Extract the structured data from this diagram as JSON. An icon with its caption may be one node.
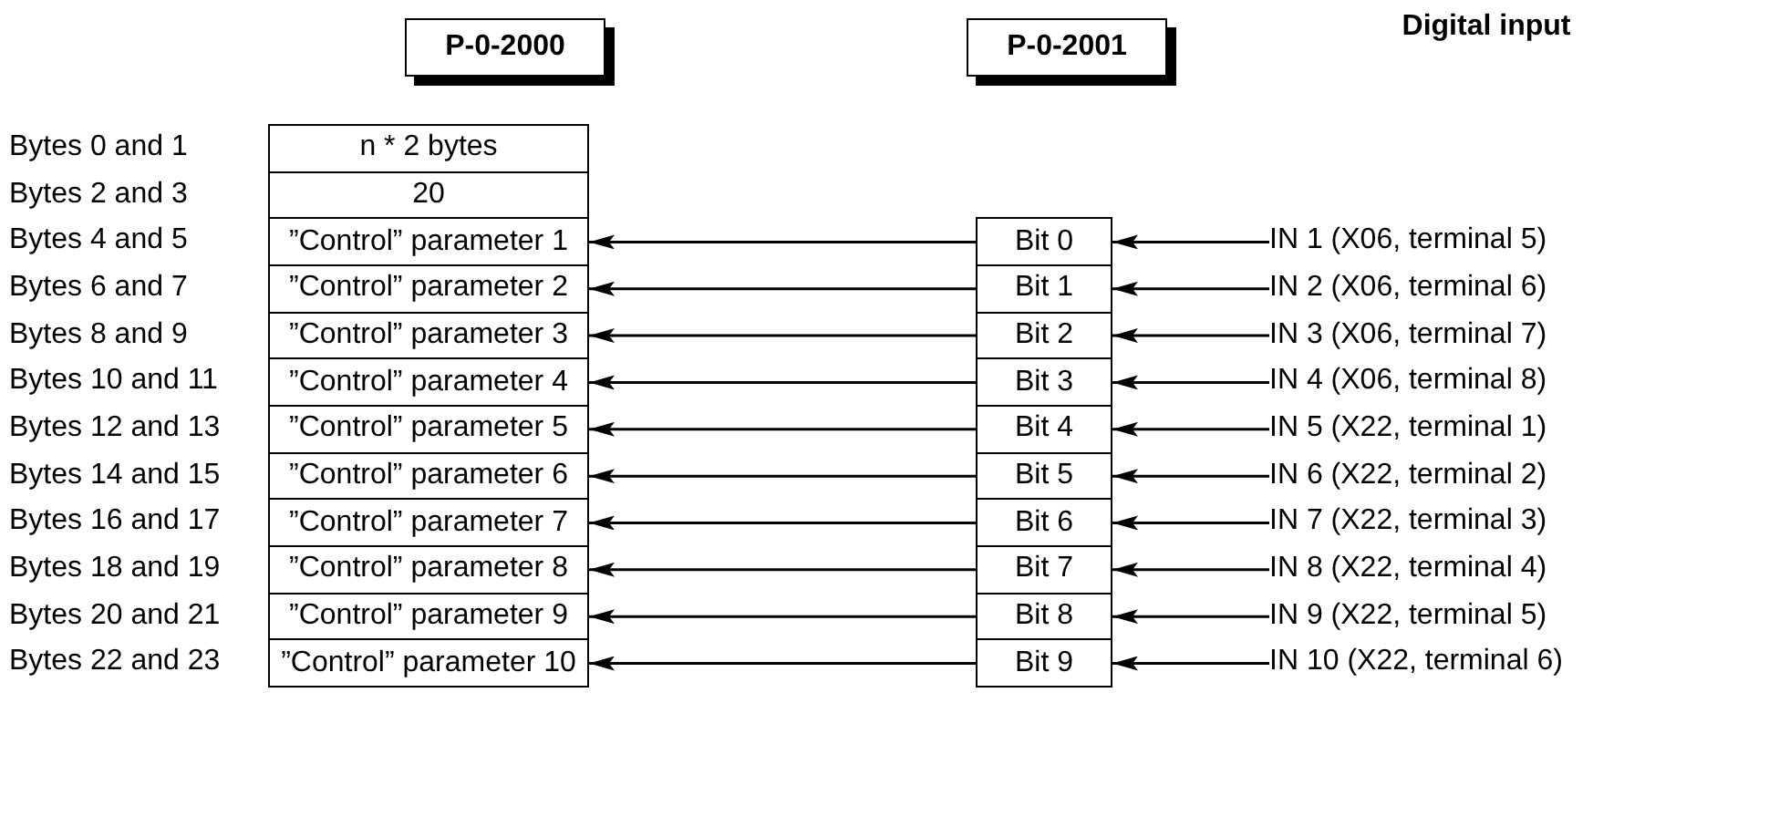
{
  "diagram": {
    "nodes": [
      {
        "text": [
          "P-0-2000"
        ]
      },
      {
        "text": [
          "P-0-2001"
        ]
      },
      {
        "text": [
          "n * 2 bytes"
        ]
      },
      {
        "text": [
          "20"
        ]
      },
      {
        "text": [
          "”Control” parameter 1"
        ]
      },
      {
        "text": [
          "”Control” parameter 2"
        ]
      },
      {
        "text": [
          "”Control” parameter 3"
        ]
      },
      {
        "text": [
          "”Control” parameter 4"
        ]
      },
      {
        "text": [
          "”Control” parameter 5"
        ]
      },
      {
        "text": [
          "”Control” parameter 6"
        ]
      },
      {
        "text": [
          "”Control” parameter 7"
        ]
      },
      {
        "text": [
          "”Control” parameter 8"
        ]
      },
      {
        "text": [
          "”Control” parameter 9"
        ]
      },
      {
        "text": [
          "”Control” parameter 10"
        ]
      },
      {
        "text": [
          "Bit 0"
        ]
      },
      {
        "text": [
          "Bit 1"
        ]
      },
      {
        "text": [
          "Bit 2"
        ]
      },
      {
        "text": [
          "Bit 3"
        ]
      },
      {
        "text": [
          "Bit 4"
        ]
      },
      {
        "text": [
          "Bit 5"
        ]
      },
      {
        "text": [
          "Bit 6"
        ]
      },
      {
        "text": [
          "Bit 7"
        ]
      },
      {
        "text": [
          "Bit 8"
        ]
      },
      {
        "text": [
          "Bit 9"
        ]
      },
      {
        "text": [
          "IN 1 (X06, terminal 5)"
        ]
      },
      {
        "text": [
          "IN 2 (X06, terminal 6)"
        ]
      },
      {
        "text": [
          "IN 3 (X06, terminal 7)"
        ]
      },
      {
        "text": [
          "IN 4 (X06, terminal 8)"
        ]
      },
      {
        "text": [
          "IN 5 (X22, terminal 1)"
        ]
      },
      {
        "text": [
          "IN 6 (X22, terminal 2)"
        ]
      },
      {
        "text": [
          "IN 7 (X22, terminal 3)"
        ]
      },
      {
        "text": [
          "IN 8 (X22, terminal 4)"
        ]
      },
      {
        "text": [
          "IN 9 (X22, terminal 5)"
        ]
      },
      {
        "text": [
          "IN 10 (X22, terminal 6)"
        ]
      }
    ],
    "edges": [
      {
        "from": 24,
        "to": 14,
        "arrow": "to"
      },
      {
        "from": 14,
        "to": 4,
        "arrow": "to"
      },
      {
        "from": 25,
        "to": 15,
        "arrow": "to"
      },
      {
        "from": 15,
        "to": 5,
        "arrow": "to"
      },
      {
        "from": 26,
        "to": 16,
        "arrow": "to"
      },
      {
        "from": 16,
        "to": 6,
        "arrow": "to"
      },
      {
        "from": 27,
        "to": 17,
        "arrow": "to"
      },
      {
        "from": 17,
        "to": 7,
        "arrow": "to"
      },
      {
        "from": 28,
        "to": 18,
        "arrow": "to"
      },
      {
        "from": 18,
        "to": 8,
        "arrow": "to"
      },
      {
        "from": 29,
        "to": 19,
        "arrow": "to"
      },
      {
        "from": 19,
        "to": 9,
        "arrow": "to"
      },
      {
        "from": 30,
        "to": 20,
        "arrow": "to"
      },
      {
        "from": 20,
        "to": 10,
        "arrow": "to"
      },
      {
        "from": 31,
        "to": 21,
        "arrow": "to"
      },
      {
        "from": 21,
        "to": 11,
        "arrow": "to"
      },
      {
        "from": 32,
        "to": 22,
        "arrow": "to"
      },
      {
        "from": 22,
        "to": 12,
        "arrow": "to"
      },
      {
        "from": 33,
        "to": 23,
        "arrow": "to"
      },
      {
        "from": 23,
        "to": 13,
        "arrow": "to"
      }
    ],
    "labels": [
      "Digital input",
      "Bytes 0 and 1",
      "Bytes 2 and 3",
      "Bytes 4 and 5",
      "Bytes 6 and 7",
      "Bytes 8 and 9",
      "Bytes 10 and 11",
      "Bytes 12 and 13",
      "Bytes 14 and 15",
      "Bytes 16 and 17",
      "Bytes 18 and 19",
      "Bytes 20 and 21",
      "Bytes 22 and 23"
    ]
  }
}
